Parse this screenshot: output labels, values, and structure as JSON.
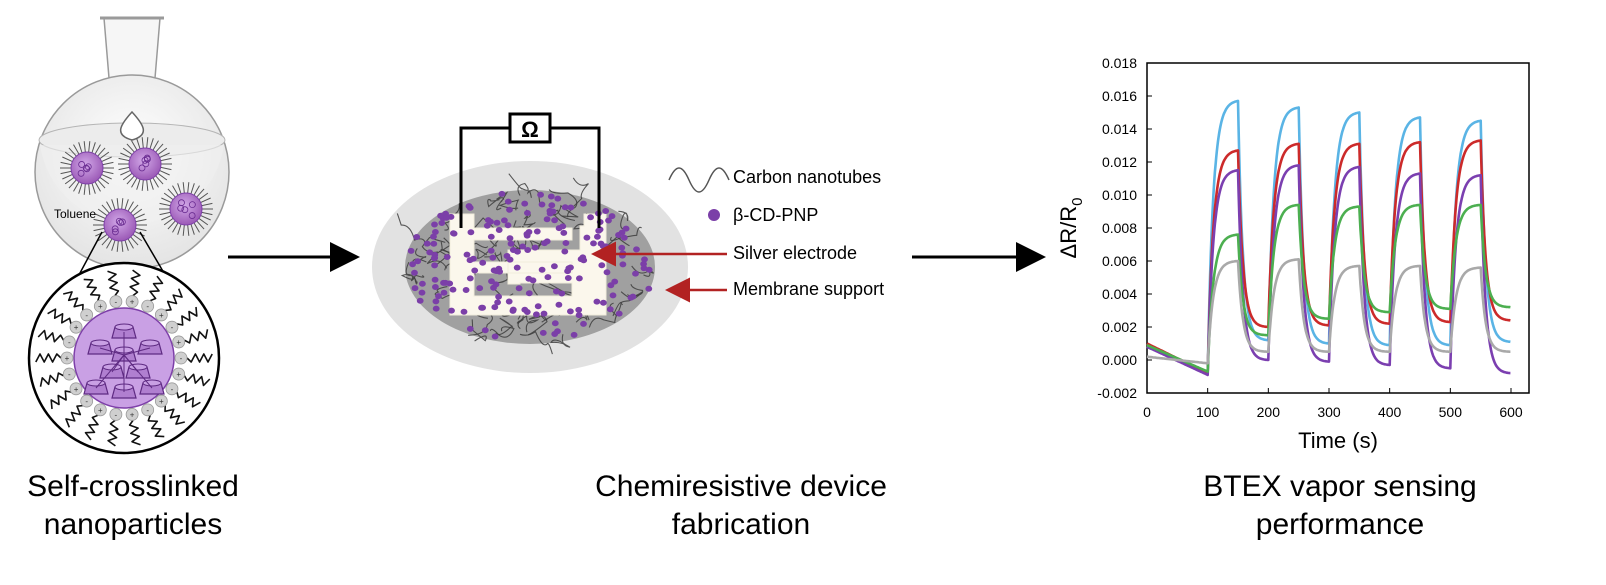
{
  "panel1": {
    "solvent_label": "Toluene",
    "caption_line1": "Self-crosslinked",
    "caption_line2": "nanoparticles"
  },
  "panel2": {
    "ohm_symbol": "Ω",
    "legend": {
      "cnt": "Carbon nanotubes",
      "pnp": "β-CD-PNP",
      "electrode": "Silver electrode",
      "membrane": "Membrane support"
    },
    "caption_line1": "Chemiresistive device",
    "caption_line2": "fabrication"
  },
  "panel3": {
    "caption_line1": "BTEX vapor sensing",
    "caption_line2": "performance"
  },
  "colors": {
    "particle_purple": "#9b59b6",
    "dot_purple": "#7b3fa8",
    "arrow_red": "#b22222"
  },
  "chart_data": {
    "type": "line",
    "xlabel": "Time (s)",
    "ylabel": "ΔR/R0",
    "xlim": [
      0,
      600
    ],
    "ylim": [
      -0.002,
      0.018
    ],
    "xticks": [
      0,
      100,
      200,
      300,
      400,
      500,
      600
    ],
    "yticks": [
      "-0.002",
      "0.000",
      "0.002",
      "0.004",
      "0.006",
      "0.008",
      "0.010",
      "0.012",
      "0.014",
      "0.016",
      "0.018"
    ],
    "grid": false,
    "cycle_on_s": 100,
    "cycle_period_s": 100,
    "exposure_duration_s": 50,
    "series": [
      {
        "color": "#5ab4e5",
        "start": 0.0008,
        "baseline_end": -0.0008,
        "peaks": [
          0.0157,
          0.0153,
          0.015,
          0.0147,
          0.0145
        ],
        "troughs": [
          0.0012,
          0.001,
          0.0009,
          0.0009,
          0.0011
        ]
      },
      {
        "color": "#cc2a2a",
        "start": 0.001,
        "baseline_end": -0.0008,
        "peaks": [
          0.0127,
          0.0131,
          0.0131,
          0.0132,
          0.0133
        ],
        "troughs": [
          0.002,
          0.0021,
          0.0022,
          0.0023,
          0.0024
        ]
      },
      {
        "color": "#7b3fb0",
        "start": 0.0008,
        "baseline_end": -0.0009,
        "peaks": [
          0.0115,
          0.0118,
          0.0117,
          0.0113,
          0.0112
        ],
        "troughs": [
          0.0,
          -0.0001,
          -0.0003,
          -0.0005,
          -0.0008
        ]
      },
      {
        "color": "#4caf50",
        "start": 0.0009,
        "baseline_end": -0.0007,
        "peaks": [
          0.0076,
          0.0094,
          0.0093,
          0.0094,
          0.0094
        ],
        "troughs": [
          0.0015,
          0.0025,
          0.0029,
          0.0031,
          0.0032
        ]
      },
      {
        "color": "#a9a9a9",
        "start": 0.0002,
        "baseline_end": -0.0002,
        "peaks": [
          0.006,
          0.0061,
          0.0057,
          0.0057,
          0.0056
        ],
        "troughs": [
          0.0005,
          0.0005,
          0.0005,
          0.0005,
          0.0005
        ]
      }
    ]
  }
}
